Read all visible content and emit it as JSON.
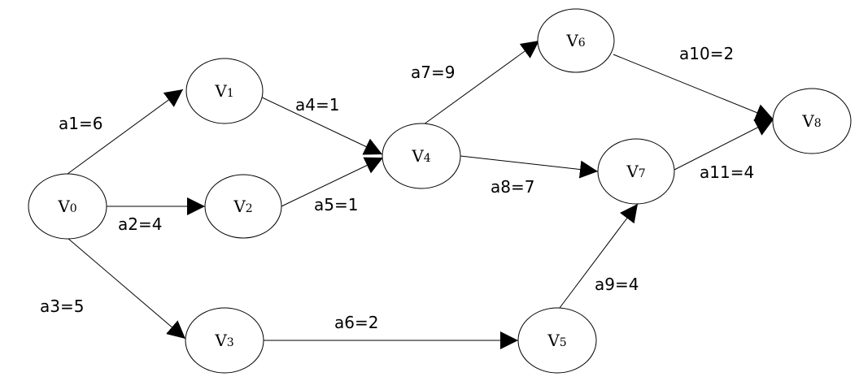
{
  "nodes": {
    "v0": {
      "main": "V",
      "sub": "0"
    },
    "v1": {
      "main": "V",
      "sub": "1"
    },
    "v2": {
      "main": "V",
      "sub": "2"
    },
    "v3": {
      "main": "V",
      "sub": "3"
    },
    "v4": {
      "main": "V",
      "sub": "4"
    },
    "v5": {
      "main": "V",
      "sub": "5"
    },
    "v6": {
      "main": "V",
      "sub": "6"
    },
    "v7": {
      "main": "V",
      "sub": "7"
    },
    "v8": {
      "main": "V",
      "sub": "8"
    }
  },
  "edges": {
    "a1": {
      "label": "a1=6"
    },
    "a2": {
      "label": "a2=4"
    },
    "a3": {
      "label": "a3=5"
    },
    "a4": {
      "label": "a4=1"
    },
    "a5": {
      "label": "a5=1"
    },
    "a6": {
      "label": "a6=2"
    },
    "a7": {
      "label": "a7=9"
    },
    "a8": {
      "label": "a8=7"
    },
    "a9": {
      "label": "a9=4"
    },
    "a10": {
      "label": "a10=2"
    },
    "a11": {
      "label": "a11=4"
    }
  }
}
